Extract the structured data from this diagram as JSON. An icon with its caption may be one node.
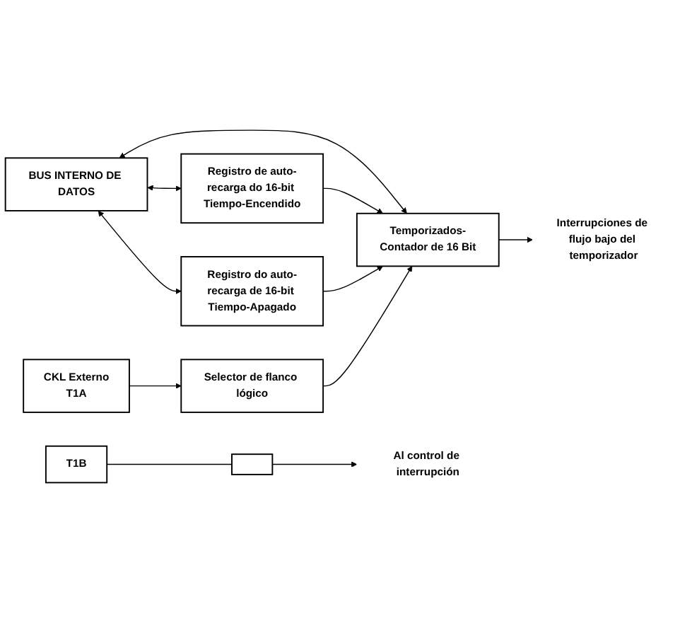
{
  "diagram": {
    "nodes": [
      {
        "text": [
          "BUS INTERNO DE DATOS"
        ]
      },
      {
        "text": [
          "Registro de auto-recarga do 16-bit Tiempo-Encendido"
        ]
      },
      {
        "text": [
          "Temporizados-Contador de 16 Bit"
        ]
      },
      {
        "text": [
          "Registro do auto-recarga de 16-bit Tiempo-Apagado"
        ]
      },
      {
        "text": [
          "Interrupciones de flujo bajo del temporizador"
        ]
      },
      {
        "text": [
          "Selector de flanco lógico"
        ]
      },
      {
        "text": [
          "CKL Externo",
          "T1A"
        ]
      },
      {
        "text": [
          "Al control de interrupción"
        ]
      },
      {
        "text": [],
        "shape": "box"
      },
      {
        "text": [
          "T1B"
        ]
      }
    ],
    "edges": [
      {
        "from": 0,
        "to": 1,
        "arrow": "both"
      },
      {
        "from": 0,
        "to": 2,
        "arrow": "both"
      },
      {
        "from": 0,
        "to": 3,
        "arrow": "both"
      },
      {
        "from": 1,
        "to": 2,
        "arrow": "to"
      },
      {
        "from": 3,
        "to": 2,
        "arrow": "to"
      },
      {
        "from": 2,
        "to": 4,
        "arrow": "to"
      },
      {
        "from": 5,
        "to": 2,
        "arrow": "to"
      },
      {
        "from": 6,
        "to": 5,
        "arrow": "to"
      },
      {
        "from": 8,
        "to": 7,
        "arrow": "to"
      },
      {
        "from": 9,
        "to": 8,
        "arrow": "none"
      }
    ]
  }
}
